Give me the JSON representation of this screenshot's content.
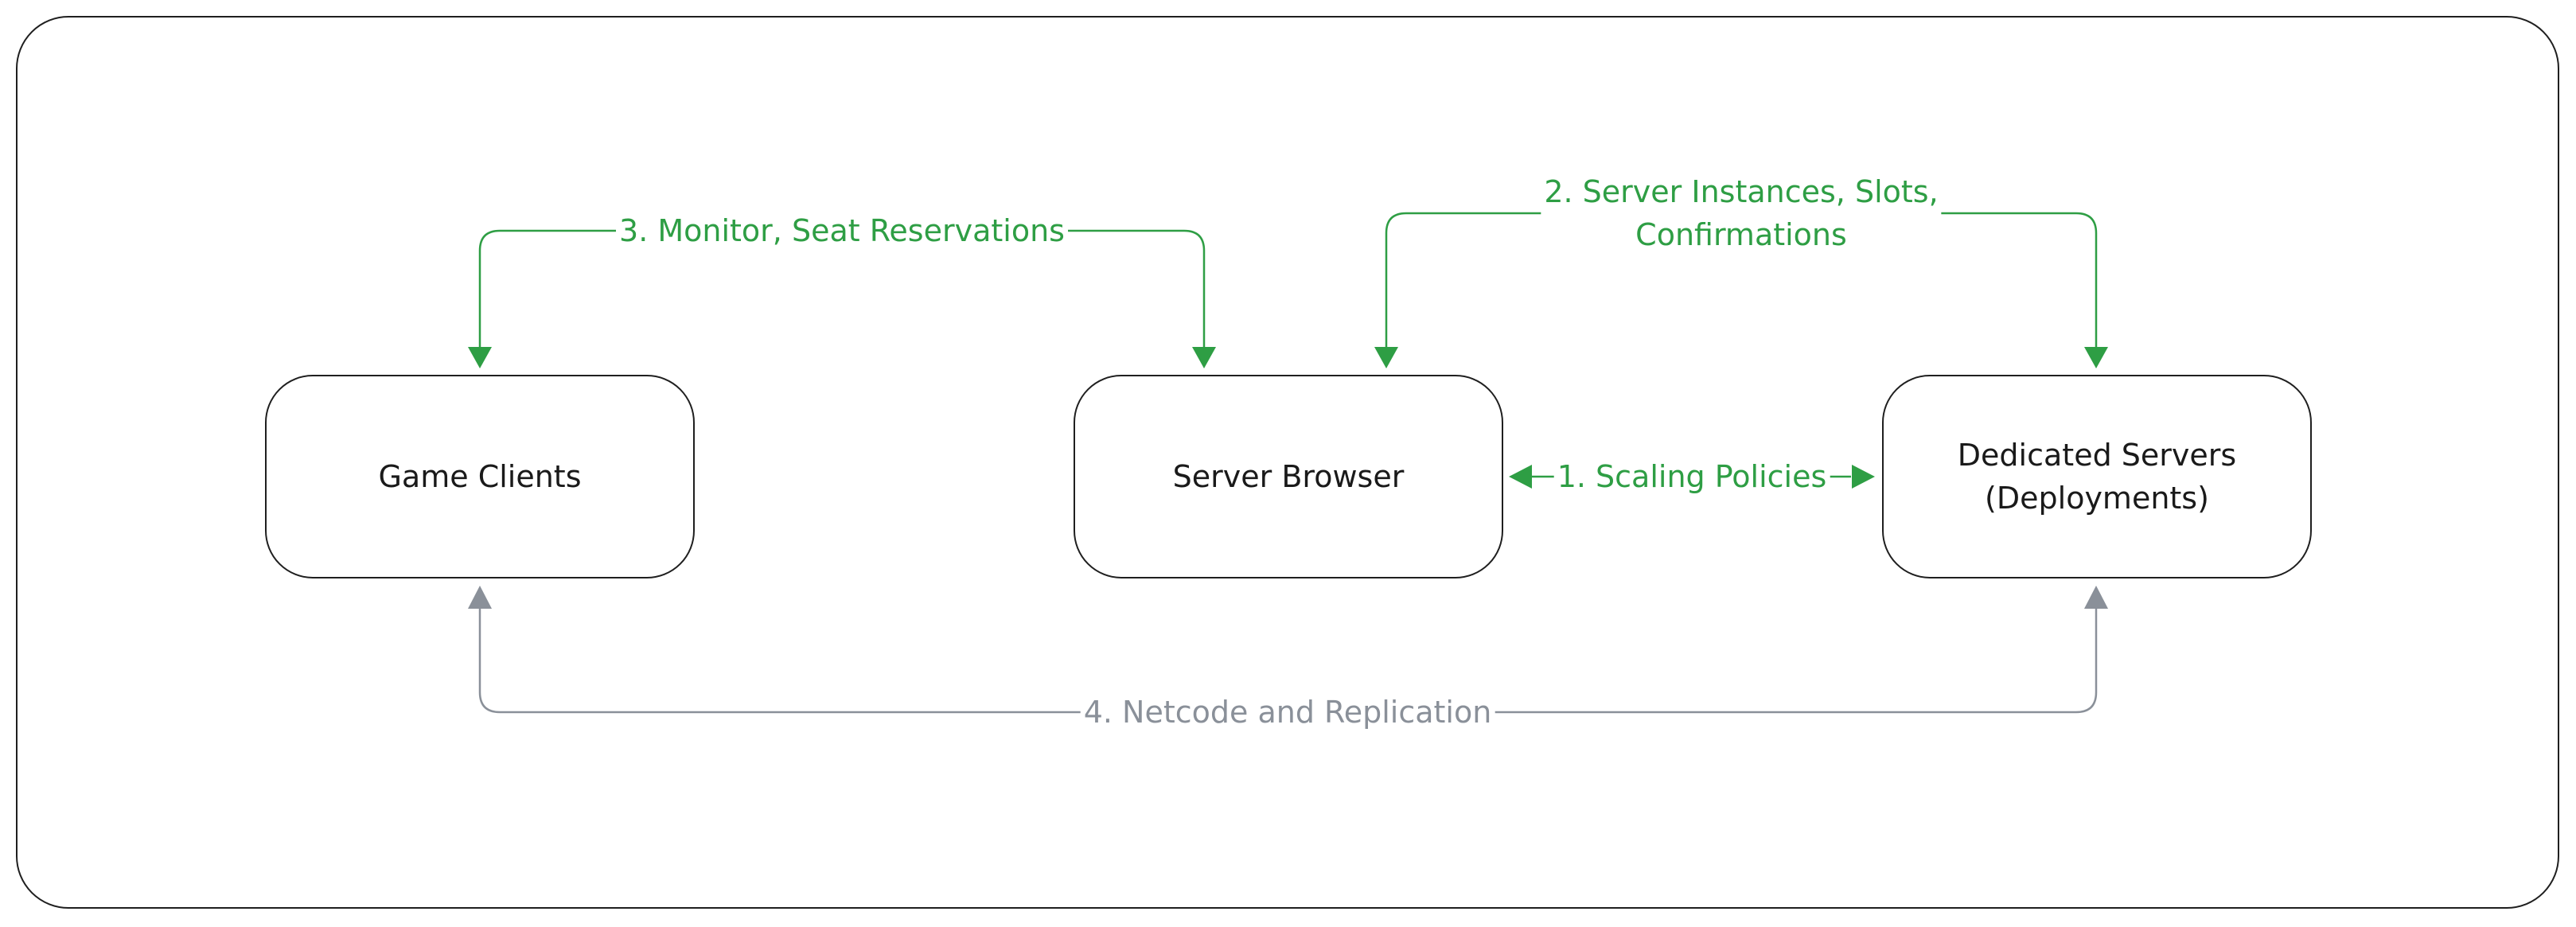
{
  "nodes": {
    "game_clients": "Game Clients",
    "server_browser": "Server Browser",
    "dedicated_servers": "Dedicated Servers\n(Deployments)"
  },
  "edges": {
    "scaling": "1. Scaling Policies",
    "instances": "2. Server Instances, Slots,\nConfirmations",
    "monitor": "3. Monitor, Seat Reservations",
    "netcode": "4. Netcode and Replication"
  },
  "colors": {
    "green_edge": "#2e9e44",
    "gray_edge": "#8a9099",
    "border": "#1f1f1f"
  }
}
